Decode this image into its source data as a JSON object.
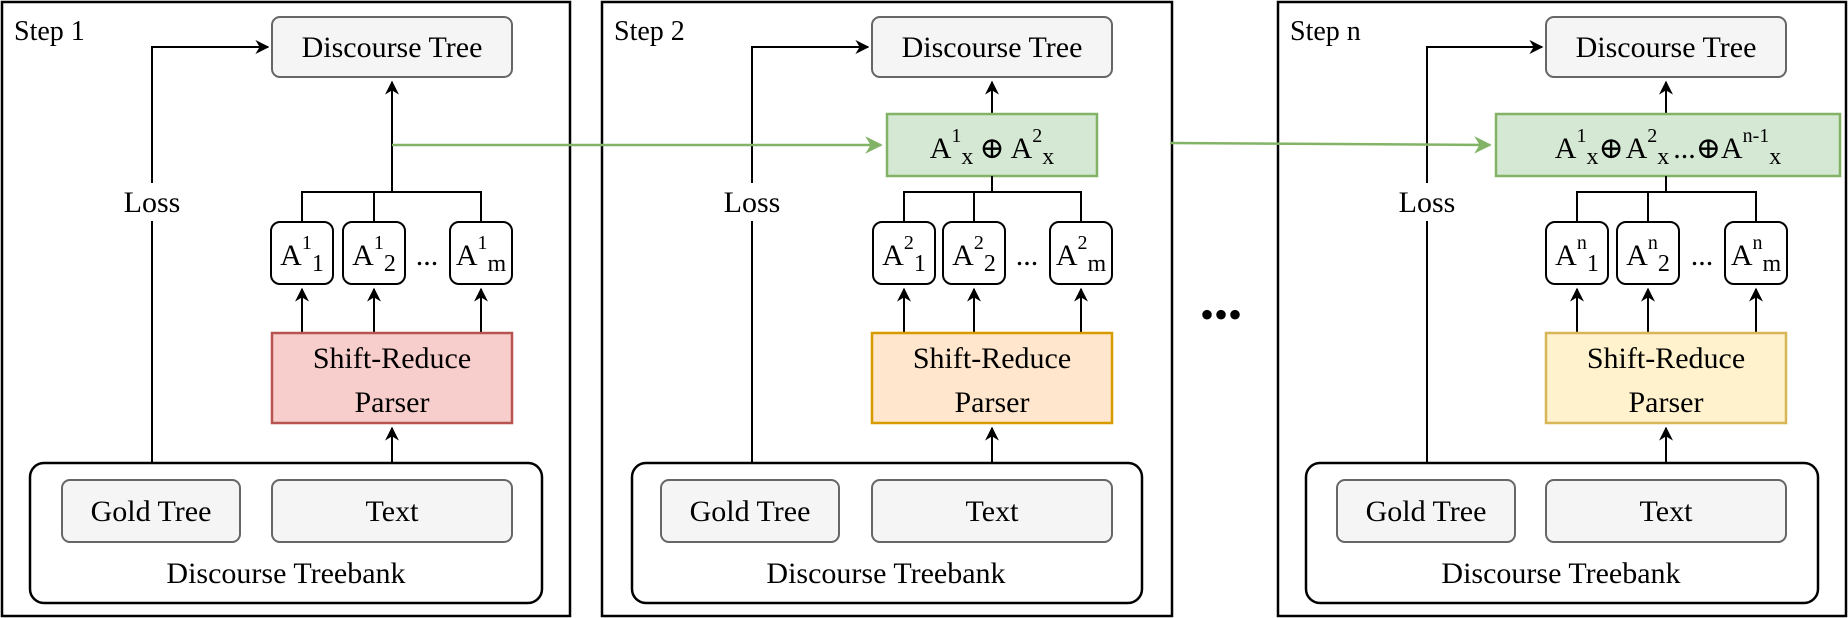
{
  "steps": [
    {
      "title": "Step 1",
      "loss": "Loss",
      "discourse_tree": "Discourse Tree",
      "parser": [
        "Shift-Reduce",
        "Parser"
      ],
      "parser_fill": "#f8cecc",
      "parser_stroke": "#b85450",
      "treebank": "Discourse Treebank",
      "gold_tree": "Gold Tree",
      "text": "Text",
      "a_base": "A",
      "a_sup": "1",
      "a_subs": [
        "1",
        "2",
        "m"
      ],
      "ellipsis": "..."
    },
    {
      "title": "Step 2",
      "loss": "Loss",
      "discourse_tree": "Discourse Tree",
      "parser": [
        "Shift-Reduce",
        "Parser"
      ],
      "parser_fill": "#ffe6cc",
      "parser_stroke": "#d79b00",
      "treebank": "Discourse Treebank",
      "gold_tree": "Gold Tree",
      "text": "Text",
      "a_base": "A",
      "a_sup": "2",
      "a_subs": [
        "1",
        "2",
        "m"
      ],
      "ellipsis": "...",
      "merge_terms": [
        [
          "A",
          "1",
          "x"
        ],
        [
          "A",
          "2",
          "x"
        ]
      ],
      "merge_op": "⊕"
    },
    {
      "title": "Step n",
      "loss": "Loss",
      "discourse_tree": "Discourse Tree",
      "parser": [
        "Shift-Reduce",
        "Parser"
      ],
      "parser_fill": "#fff2cc",
      "parser_stroke": "#d6b656",
      "treebank": "Discourse Treebank",
      "gold_tree": "Gold Tree",
      "text": "Text",
      "a_base": "A",
      "a_sup": "n",
      "a_subs": [
        "1",
        "2",
        "m"
      ],
      "ellipsis": "...",
      "merge_terms": [
        [
          "A",
          "1",
          "x"
        ],
        [
          "A",
          "2",
          "x"
        ],
        [
          "A",
          "n-1",
          "x"
        ]
      ],
      "merge_op": "⊕",
      "merge_ellipsis": "..."
    }
  ],
  "between_ellipsis": "•••",
  "colors": {
    "box_fill": "#f5f5f5",
    "box_stroke": "#666666",
    "merge_fill": "#d5e8d4",
    "merge_stroke": "#82b366",
    "green_arrow": "#82b366",
    "line": "#000000"
  }
}
